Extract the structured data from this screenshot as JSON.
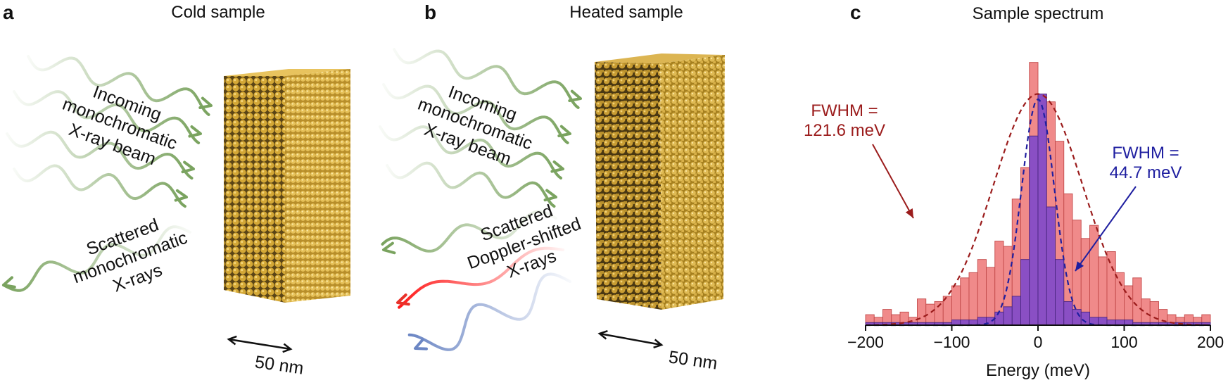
{
  "panels": [
    {
      "letter": "a",
      "title": "Cold sample",
      "incoming_label": "Incoming\nmonochromatic\nX-ray beam",
      "scattered_label": "Scattered\nmonochromatic\nX-rays",
      "scale_label": "50 nm"
    },
    {
      "letter": "b",
      "title": "Heated sample",
      "incoming_label": "Incoming\nmonochromatic\nX-ray beam",
      "scattered_label": "Scattered\nDoppler-shifted\nX-rays",
      "scale_label": "50 nm"
    },
    {
      "letter": "c",
      "title": "Sample spectrum"
    }
  ],
  "colors": {
    "incoming_wave": "#7aa35f",
    "scattered_red": "#e8322a",
    "scattered_blue": "#6b86c4",
    "crystal": "#c9a030",
    "heated_hist": "#f08a8a",
    "cold_hist": "#8a4fc4",
    "heated_fit": "#9b1c1c",
    "cold_fit": "#1f1fa0"
  },
  "chart_data": {
    "type": "bar",
    "title": "Sample spectrum",
    "xlabel": "Energy (meV)",
    "ylabel": "",
    "xlim": [
      -200,
      200
    ],
    "xticks": [
      -200,
      -100,
      0,
      100,
      200
    ],
    "bin_width": 10,
    "bin_centers": [
      -195,
      -185,
      -175,
      -165,
      -155,
      -145,
      -135,
      -125,
      -115,
      -105,
      -95,
      -85,
      -75,
      -65,
      -55,
      -45,
      -35,
      -25,
      -15,
      -5,
      5,
      15,
      25,
      35,
      45,
      55,
      65,
      75,
      85,
      95,
      105,
      115,
      125,
      135,
      145,
      155,
      165,
      175,
      185,
      195
    ],
    "series": [
      {
        "name": "Heated sample",
        "color": "#f08a8a",
        "values": [
          4,
          3,
          6,
          4,
          5,
          3,
          10,
          8,
          9,
          11,
          15,
          18,
          20,
          25,
          22,
          32,
          30,
          48,
          60,
          100,
          88,
          85,
          70,
          50,
          40,
          33,
          38,
          26,
          28,
          20,
          15,
          18,
          10,
          9,
          6,
          4,
          3,
          4,
          3,
          4
        ]
      },
      {
        "name": "Cold sample",
        "color": "#8a4fc4",
        "values": [
          1,
          1,
          1,
          1,
          1,
          1,
          1,
          1,
          1,
          1,
          2,
          2,
          2,
          3,
          3,
          5,
          7,
          11,
          25,
          72,
          88,
          45,
          25,
          9,
          6,
          5,
          3,
          3,
          2,
          2,
          2,
          1,
          1,
          1,
          1,
          1,
          1,
          1,
          1,
          1
        ]
      }
    ],
    "annotations": [
      {
        "text": "FWHM =\n121.6 meV",
        "series": "Heated sample",
        "fwhm": 121.6,
        "color": "#9b1c1c"
      },
      {
        "text": "FWHM =\n44.7 meV",
        "series": "Cold sample",
        "fwhm": 44.7,
        "color": "#1f1fa0"
      }
    ]
  }
}
